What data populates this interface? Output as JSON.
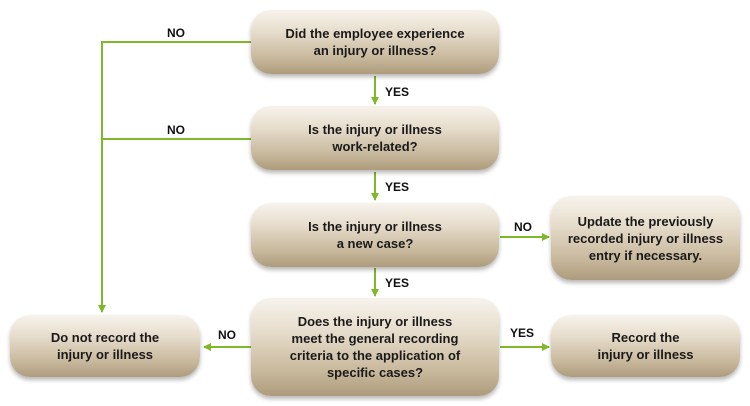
{
  "colors": {
    "connector": "#7fb82a",
    "box_top": "#f7f3ec",
    "box_bottom": "#ad9b7c"
  },
  "boxes": {
    "q1": "Did the employee experience\nan injury or illness?",
    "q2": "Is the injury or illness\nwork-related?",
    "q3": "Is the injury or illness\na new case?",
    "q4": "Does the injury or illness\nmeet the general recording\ncriteria to the application of\nspecific cases?",
    "update": "Update the previously\nrecorded injury or illness\nentry if necessary.",
    "do_not_record": "Do not record the\ninjury or illness",
    "record": "Record the\ninjury or illness"
  },
  "labels": {
    "q1_no": "NO",
    "q1_yes": "YES",
    "q2_no": "NO",
    "q2_yes": "YES",
    "q3_no": "NO",
    "q3_yes": "YES",
    "q4_no": "NO",
    "q4_yes": "YES"
  }
}
